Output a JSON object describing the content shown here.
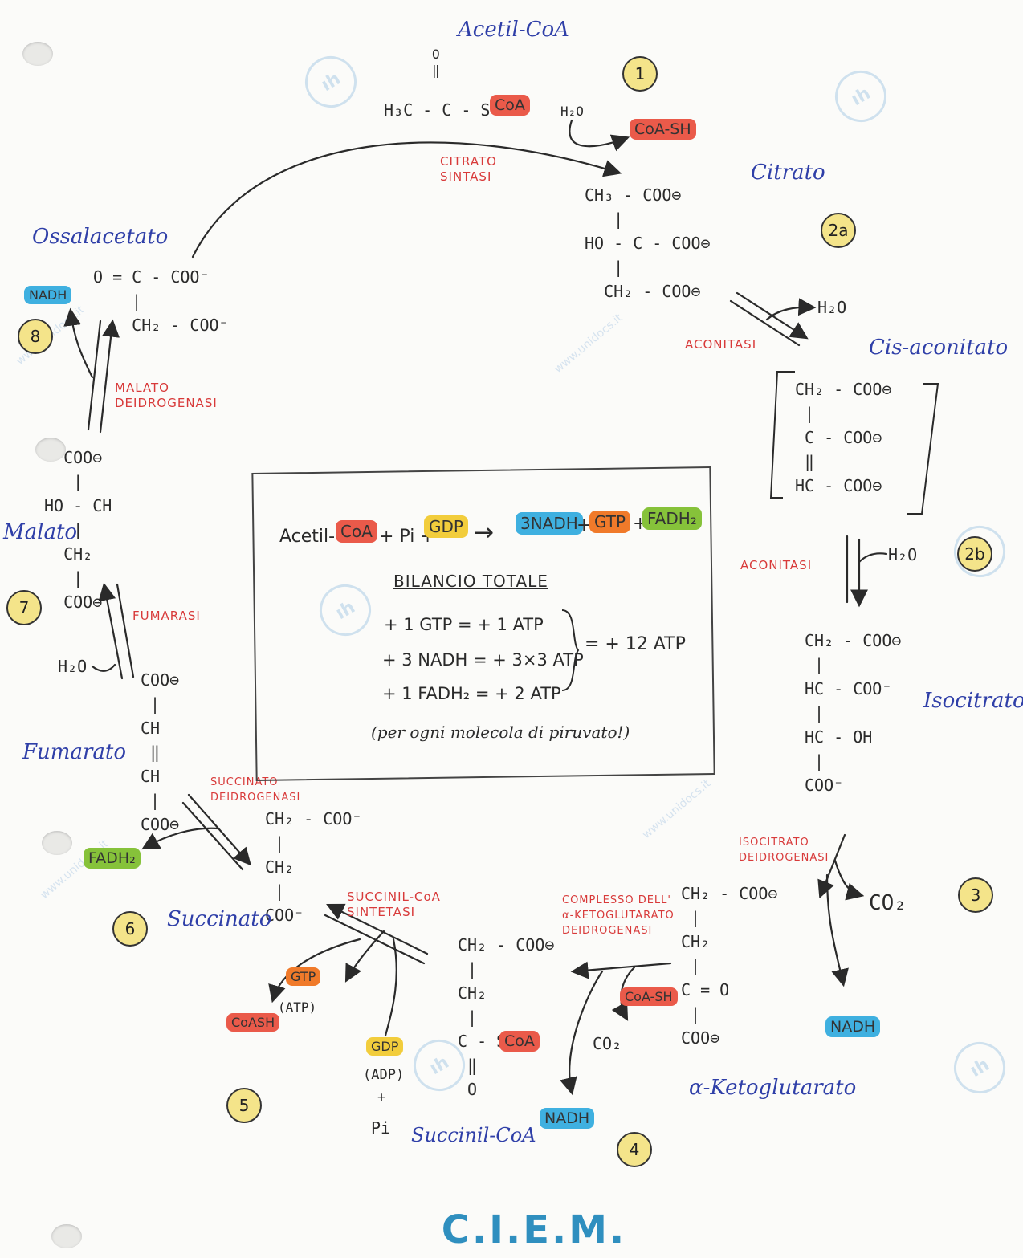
{
  "molecules": {
    "acetyl_coa_name": "Acetil-CoA",
    "citrate_name": "Citrato",
    "cisaconitate_name": "Cis-aconitato",
    "isocitrate_name": "Isocitrato",
    "ketoglutarate_name": "α-Ketoglutarato",
    "succinylcoa_name": "Succinil-CoA",
    "succinate_name": "Succinato",
    "fumarate_name": "Fumarato",
    "malate_name": "Malato",
    "oxaloacetate_name": "Ossalacetato"
  },
  "formulas": {
    "acetyl_coa_top": "O\n‖",
    "acetyl_coa": "H₃C - C - S -",
    "citrate": "CH₃ - COO⊖\n   |\nHO - C - COO⊖\n   |\n  CH₂ - COO⊖",
    "cisaconitate": "CH₂ - COO⊖\n |\n C - COO⊖\n ‖\nHC - COO⊖",
    "isocitrate": "CH₂ - COO⊖\n |\nHC - COO⁻\n |\nHC - OH\n |\nCOO⁻",
    "ketoglutarate": "CH₂ - COO⊖\n |\nCH₂\n |\nC = O\n |\nCOO⊖",
    "succinylcoa": "CH₂ - COO⊖\n |\nCH₂\n |\nC - S -\n ‖\n O",
    "succinate": "CH₂ - COO⁻\n |\nCH₂\n |\nCOO⁻",
    "fumarate": "COO⊖\n |\nCH\n ‖\nCH\n |\nCOO⊖",
    "malate": "  COO⊖\n   |\nHO - CH\n   |\n  CH₂\n   |\n  COO⊖",
    "oxaloacetate": "O = C - COO⁻\n    |\n    CH₂ - COO⁻"
  },
  "cofactors": {
    "coa": "CoA",
    "coa_sh": "CoA-SH",
    "coa_sh_4": "CoA-SH",
    "coa_sh_5": "CoASH",
    "h2o_1": "H₂O",
    "h2o_2a": "H₂O",
    "h2o_2b": "H₂O",
    "h2o_7": "H₂O",
    "co2_3": "CO₂",
    "co2_4": "CO₂",
    "nadh_3": "NADH",
    "nadh_4": "NADH",
    "nadh_8": "NADH",
    "fadh2_6": "FADH₂",
    "gtp_5": "GTP",
    "atp_5": "(ATP)",
    "gdp_5": "GDP",
    "adp_5": "(ADP)",
    "plus": "+",
    "pi_5": "Pi"
  },
  "enzymes": {
    "e1": "CITRATO\nSINTASI",
    "e2a": "ACONITASI",
    "e2b": "ACONITASI",
    "e3": "ISOCITRATO\nDEIDROGENASI",
    "e4": "COMPLESSO DELL'\nα-KETOGLUTARATO\nDEIDROGENASI",
    "e5": "SUCCINIL-CoA\nSINTETASI",
    "e6": "SUCCINATO\nDEIDROGENASI",
    "e7": "FUMARASI",
    "e8": "MALATO\nDEIDROGENASI"
  },
  "steps": [
    "1",
    "2a",
    "2b",
    "3",
    "4",
    "5",
    "6",
    "7",
    "8"
  ],
  "summary": {
    "eq_reactant1": "Acetil-",
    "eq_coa": "CoA",
    "eq_plus_pi": "+ Pi +",
    "eq_gdp": "GDP",
    "eq_arrow": "→",
    "eq_3nadh": "3NADH",
    "eq_plus1": "+",
    "eq_gtp": "GTP",
    "eq_plus2": "+",
    "eq_fadh2": "FADH₂",
    "title": "BILANCIO TOTALE",
    "line1": "+ 1 GTP = + 1 ATP",
    "line2": "+ 3 NADH = + 3×3 ATP",
    "line3": "+ 1 FADH₂ = + 2 ATP",
    "total": "= + 12 ATP",
    "note": "(per ogni molecola di piruvato!)"
  },
  "logo": "C.I.E.M.",
  "watermark": "www.unidocs.it",
  "colors": {
    "ink": "#2a2a2a",
    "names": "#2f3fa8",
    "enzymes": "#d83a3a",
    "coa_red": "#ea5a4a",
    "nadh_blue": "#3fb0e0",
    "gtp_orange": "#f07a2a",
    "fadh2_green": "#86c23a",
    "gdp_yellow": "#f2cd3c",
    "step_yellow": "#f4e48a"
  }
}
